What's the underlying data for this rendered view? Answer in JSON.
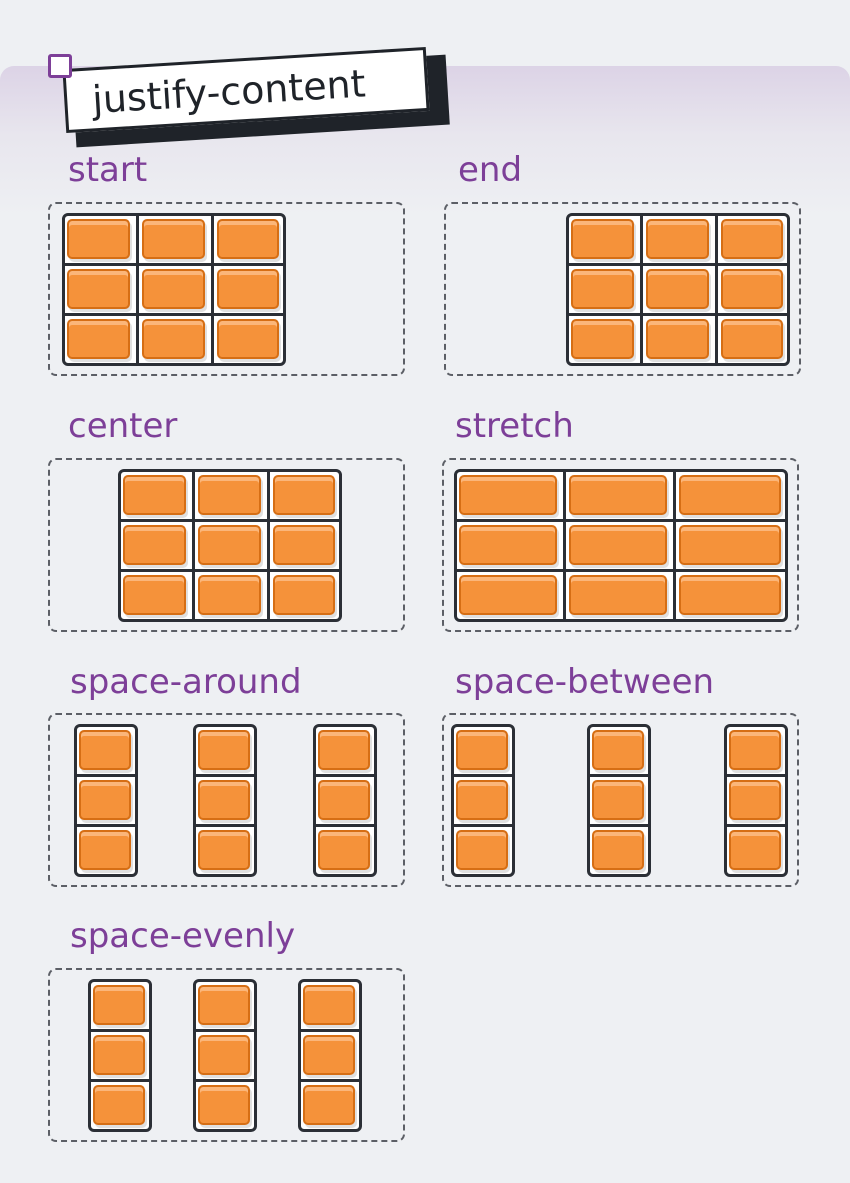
{
  "title": "justify-content",
  "panels": [
    {
      "label": "start",
      "mode": "start"
    },
    {
      "label": "end",
      "mode": "end"
    },
    {
      "label": "center",
      "mode": "center"
    },
    {
      "label": "stretch",
      "mode": "stretch"
    },
    {
      "label": "space-around",
      "mode": "space-around"
    },
    {
      "label": "space-between",
      "mode": "space-between"
    },
    {
      "label": "space-evenly",
      "mode": "space-evenly"
    }
  ],
  "colors": {
    "accent": "#7d3f98",
    "block": "#f5923a",
    "outline": "#2b2f36"
  }
}
